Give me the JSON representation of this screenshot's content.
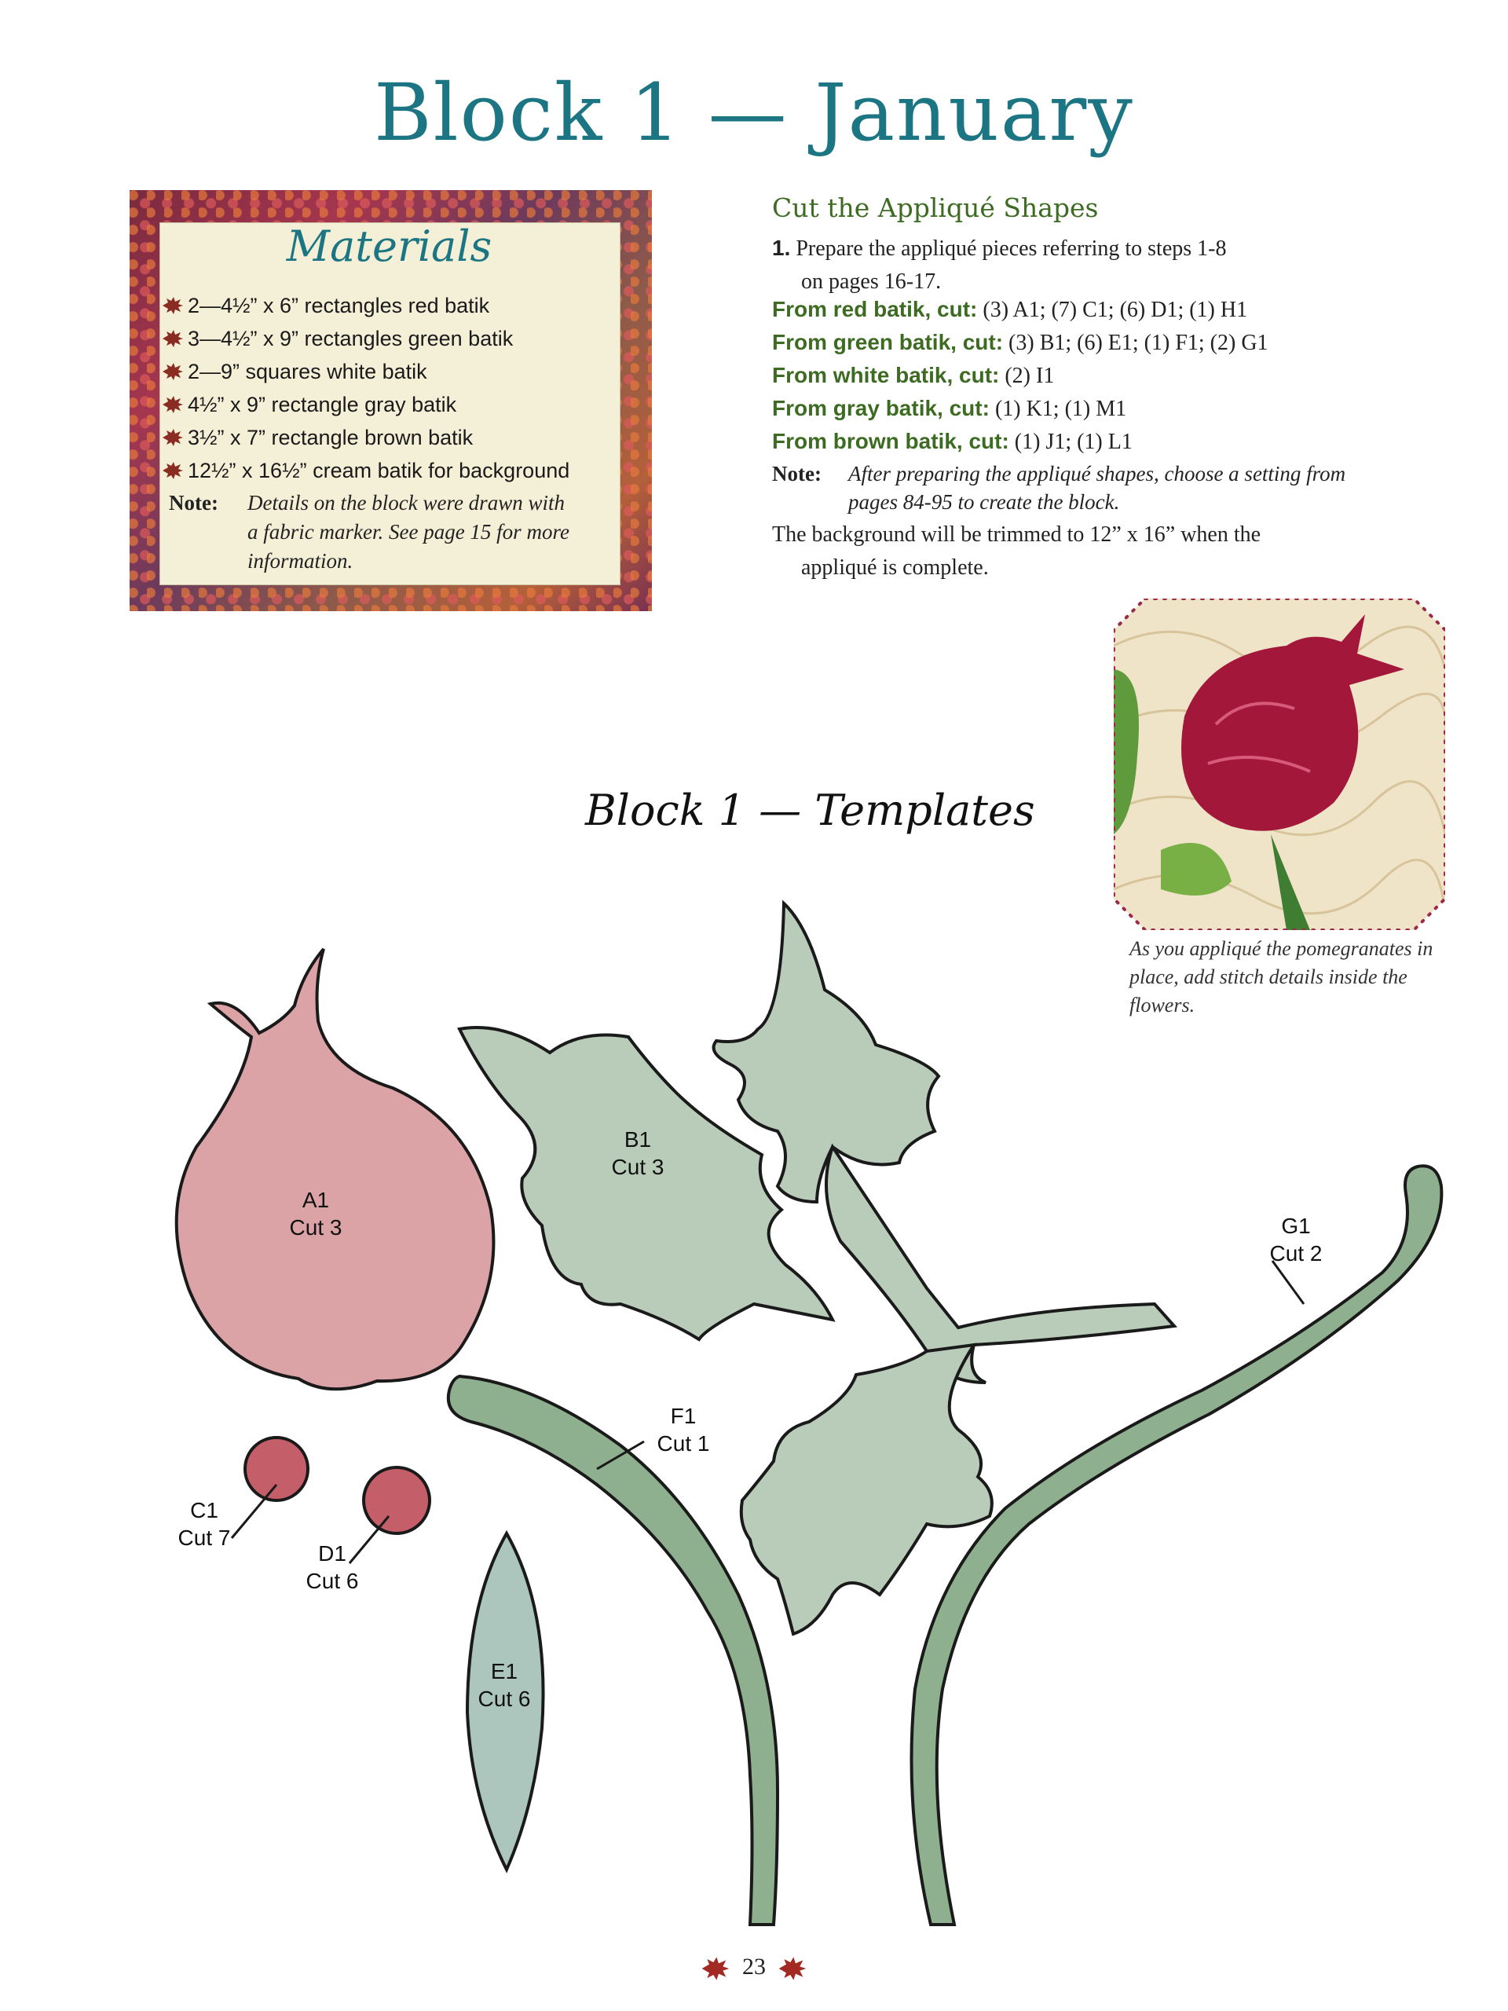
{
  "page": {
    "title": "Block 1 — January",
    "page_number": "23"
  },
  "materials": {
    "heading": "Materials",
    "items": [
      "2—4½” x 6” rectangles red batik",
      "3—4½” x 9” rectangles green batik",
      "2—9” squares white batik",
      "4½” x 9” rectangle gray batik",
      "3½” x 7” rectangle brown batik",
      "12½” x 16½” cream batik for background"
    ],
    "note_label": "Note:",
    "note_text": "Details on the block were drawn with a fabric marker. See page 15 for more information."
  },
  "cut_section": {
    "heading": "Cut the Appliqué Shapes",
    "step_number": "1.",
    "step_line1": "Prepare the appliqué pieces referring to steps 1-8",
    "step_line2": "on pages 16-17.",
    "cuts": [
      {
        "label": "From red batik, cut:",
        "value": "(3) A1; (7) C1; (6) D1; (1) H1"
      },
      {
        "label": "From green batik, cut:",
        "value": "(3) B1; (6) E1; (1) F1; (2) G1"
      },
      {
        "label": "From white batik, cut:",
        "value": "(2) I1"
      },
      {
        "label": "From gray batik, cut:",
        "value": "(1) K1; (1) M1"
      },
      {
        "label": "From brown batik, cut:",
        "value": "(1) J1; (1) L1"
      }
    ],
    "note_label": "Note:",
    "note_text": "After preparing the appliqué shapes, choose a setting from pages 84-95 to create the block.",
    "background_line1": "The background will be trimmed to 12” x 16” when the",
    "background_line2": "appliqué is complete."
  },
  "photo": {
    "caption": "As you appliqué the pomegranates in place, add stitch details inside the flowers."
  },
  "templates": {
    "title": "Block 1 — Templates",
    "shapes": [
      {
        "id": "A1",
        "cut": "Cut 3"
      },
      {
        "id": "B1",
        "cut": "Cut 3"
      },
      {
        "id": "C1",
        "cut": "Cut 7"
      },
      {
        "id": "D1",
        "cut": "Cut 6"
      },
      {
        "id": "E1",
        "cut": "Cut 6"
      },
      {
        "id": "F1",
        "cut": "Cut 1"
      },
      {
        "id": "G1",
        "cut": "Cut 2"
      }
    ],
    "colors": {
      "pomegranate": "#dba3a5",
      "berry": "#c45e68",
      "leaf": "#b9ccba",
      "stem": "#8fb08f",
      "outline": "#1a1a1a"
    }
  },
  "colors": {
    "title_teal": "#1c7582",
    "heading_green": "#3d6b22",
    "leaf_red": "#9b2f2f"
  }
}
